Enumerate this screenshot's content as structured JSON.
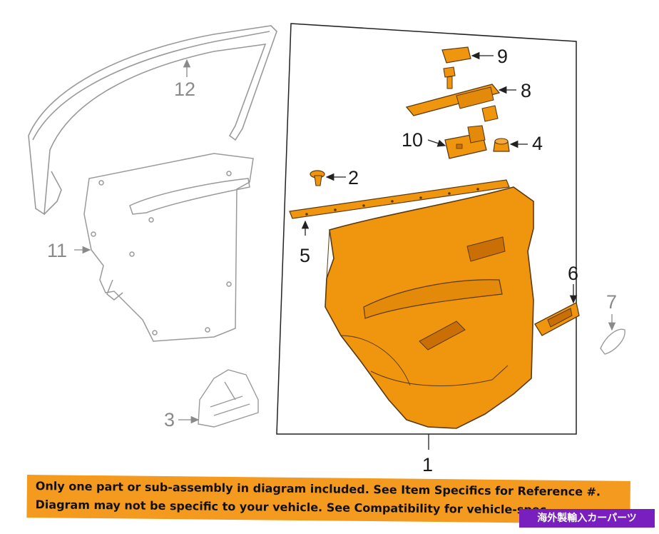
{
  "callouts": {
    "c1": "1",
    "c2": "2",
    "c3": "3",
    "c4": "4",
    "c5": "5",
    "c6": "6",
    "c7": "7",
    "c8": "8",
    "c9": "9",
    "c10": "10",
    "c11": "11",
    "c12": "12"
  },
  "banner": {
    "line1": "Only one part or sub-assembly in diagram included. See Item Specifics for Reference #.",
    "line2": "Diagram may not be specific to your vehicle. See Compatibility for vehicle-spec"
  },
  "watermark": "海外製輸入カーパーツ",
  "colors": {
    "part_fill": "#f0950e",
    "part_stroke": "#5a3a10",
    "ghost_stroke": "#9a9a9a",
    "banner": "#f39a1f",
    "watermark_bg": "#7a1fbf"
  }
}
